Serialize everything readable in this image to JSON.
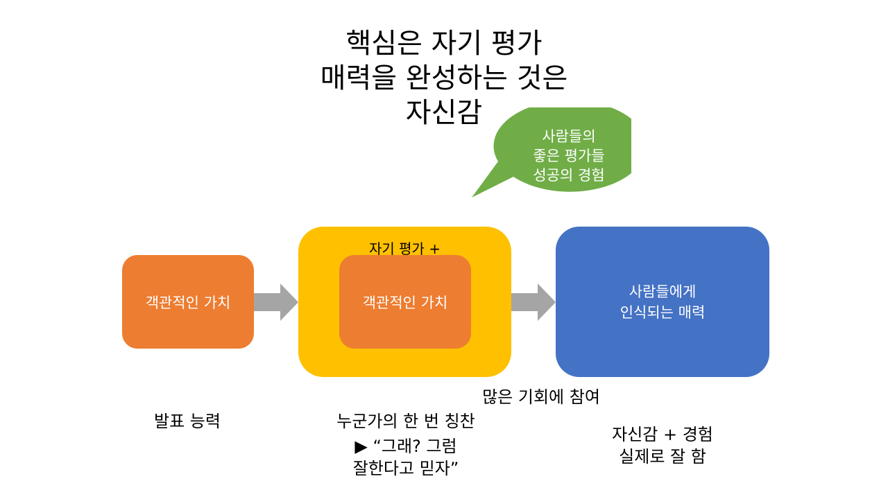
{
  "title": {
    "lines": [
      "핵심은 자기 평가",
      "매력을 완성하는 것은",
      "자신감"
    ]
  },
  "bubble": {
    "lines": [
      "사람들의",
      "좋은 평가들",
      "성공의 경험"
    ],
    "color": "#70AD47"
  },
  "boxes": {
    "left_label": "객관적인 가치",
    "middle_outer_label": "자기 평가 +",
    "middle_inner_label": "객관적인 가치",
    "right_lines": [
      "사람들에게",
      "인식되는 매력"
    ]
  },
  "captions": {
    "left": "발표 능력",
    "middle_lines": [
      "누군가의 한 번 칭찬",
      "▶ “그래? 그럼",
      "잘한다고 믿자”"
    ],
    "right_top": "많은 기회에 참여",
    "right_lines": [
      "자신감 + 경험",
      "실제로 잘 함"
    ]
  },
  "colors": {
    "orange": "#ED7D31",
    "yellow": "#FFC000",
    "blue": "#4472C4",
    "green": "#70AD47",
    "arrow": "#A5A5A5"
  }
}
